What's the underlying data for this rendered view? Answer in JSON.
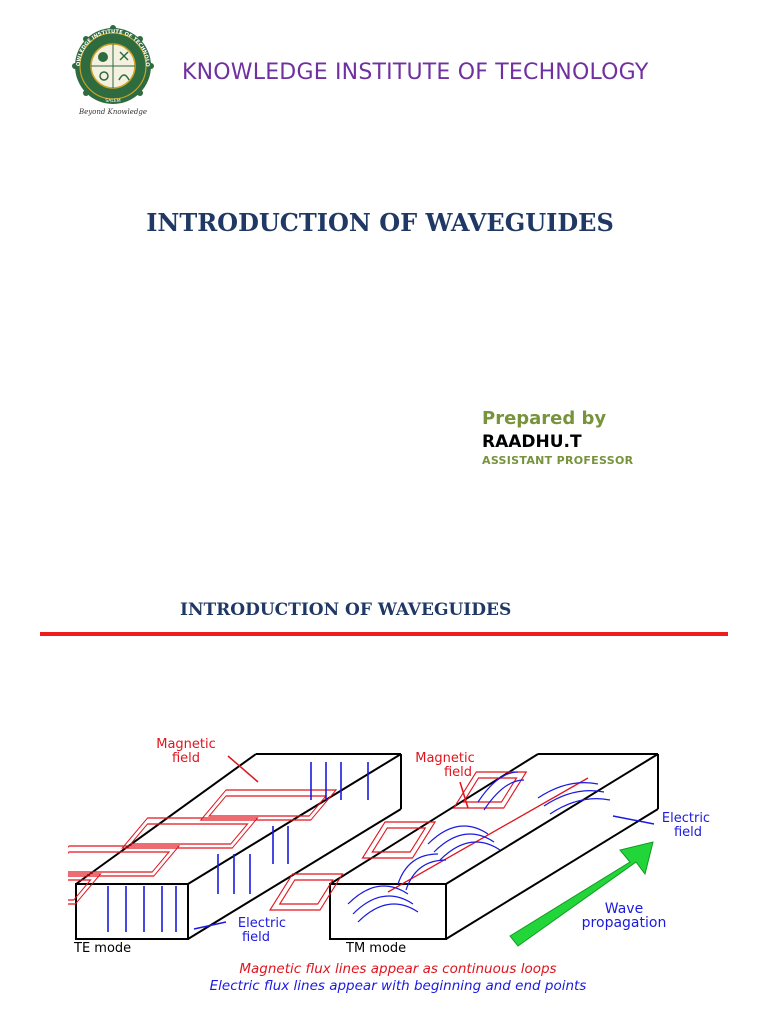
{
  "slide1": {
    "logo": {
      "top_text": "KNOWLEDGE INSTITUTE OF TECHNOLOGY",
      "bottom_text": "SALEM",
      "tagline": "Beyond Knowledge",
      "colors": {
        "green": "#2e6b3f",
        "gold": "#c9a227"
      }
    },
    "institute_name": "KNOWLEDGE INSTITUTE OF  TECHNOLOGY",
    "title": "INTRODUCTION OF WAVEGUIDES",
    "prepared_by": "Prepared by",
    "author": "RAADHU.T",
    "role": "ASSISTANT PROFESSOR"
  },
  "slide2": {
    "title": "INTRODUCTION OF WAVEGUIDES",
    "rule_color": "#ee1c1c",
    "figure": {
      "labels": {
        "te_magnetic": [
          "Magnetic",
          "field"
        ],
        "te_electric": [
          "Electric",
          "field"
        ],
        "te_mode": "TE mode",
        "tm_magnetic": [
          "Magnetic",
          "field"
        ],
        "tm_electric": [
          "Electric",
          "field"
        ],
        "tm_mode": "TM mode",
        "wave": [
          "Wave",
          "propagation"
        ]
      },
      "caption_red": "Magnetic flux lines appear as continuous loops",
      "caption_blue": "Electric flux lines appear with beginning and end points",
      "colors": {
        "red": "#e0141e",
        "blue": "#1a1ae0",
        "green": "#22d63a"
      }
    }
  }
}
